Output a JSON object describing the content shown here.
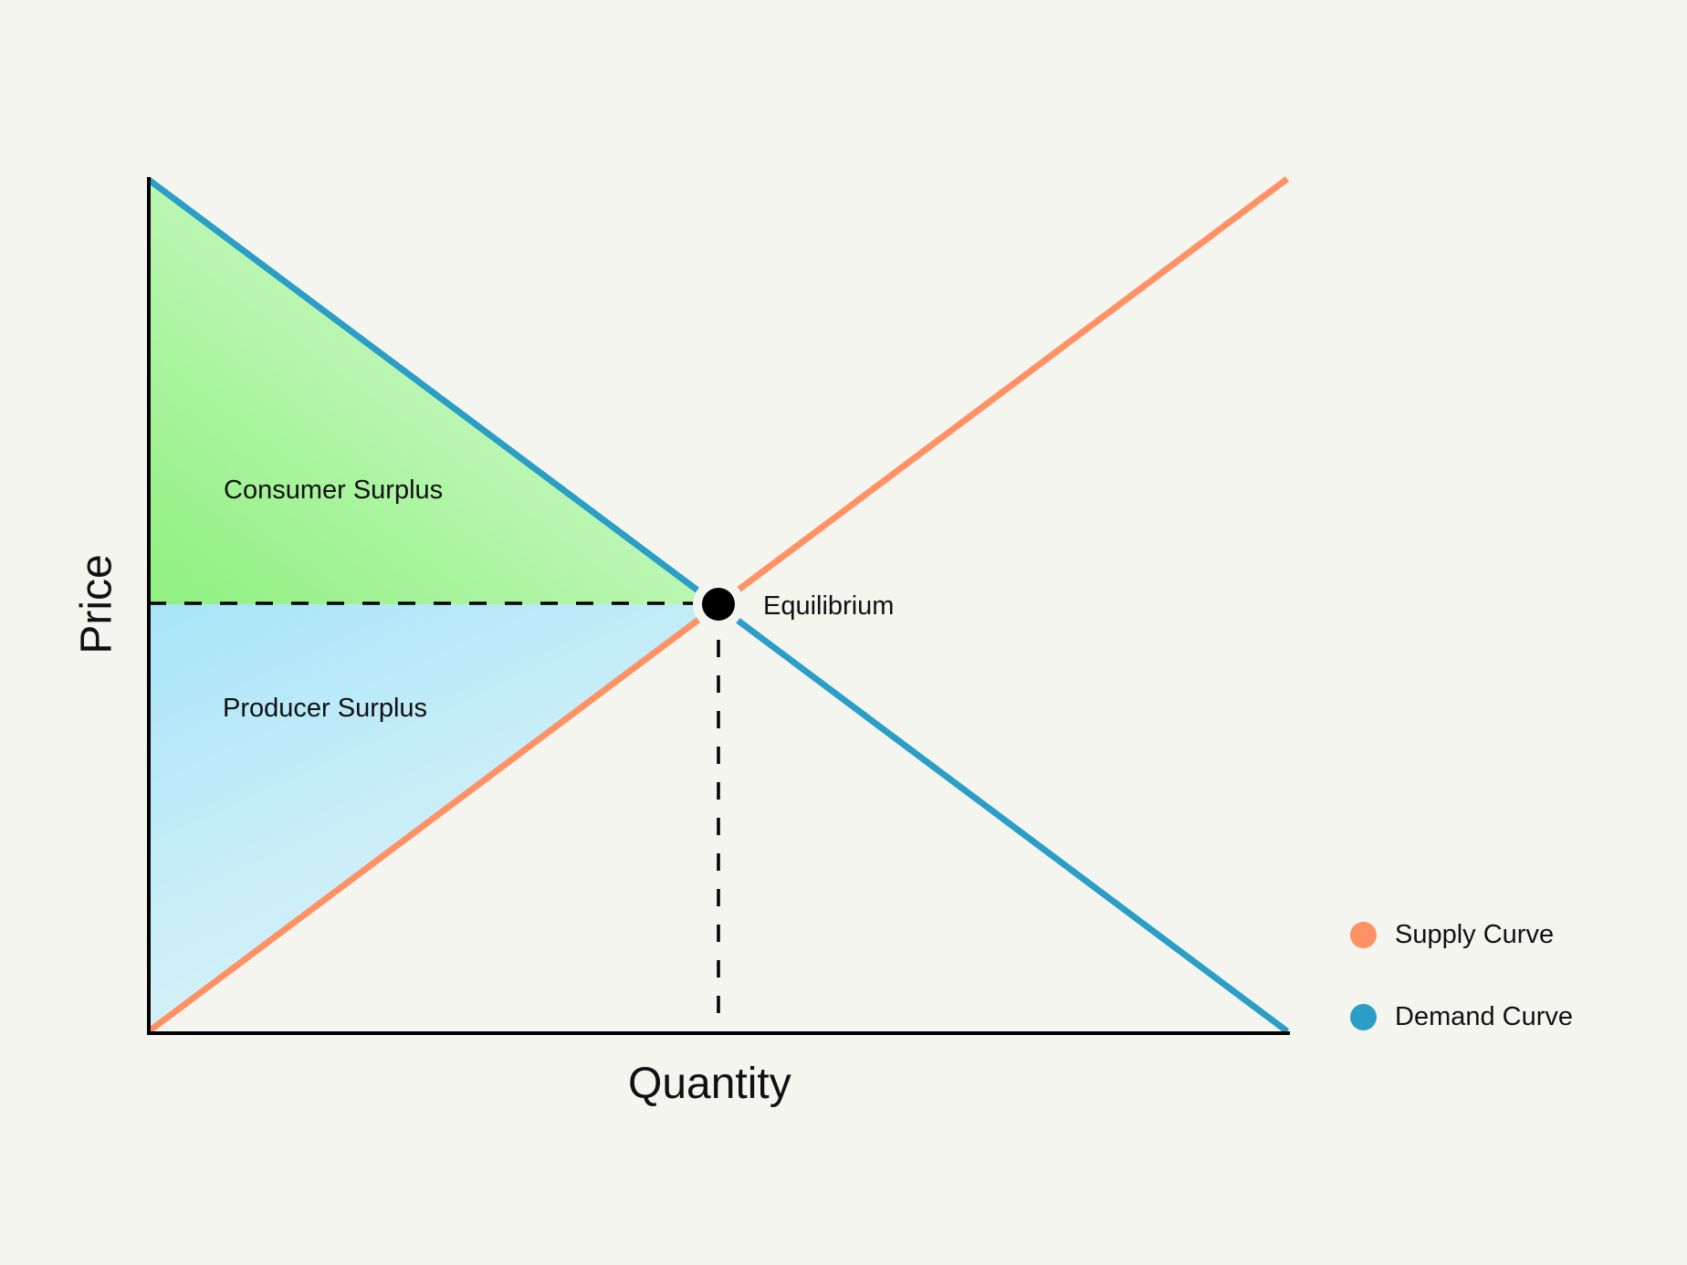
{
  "chart_data": {
    "type": "line",
    "title": "",
    "xlabel": "Quantity",
    "ylabel": "Price",
    "grid": false,
    "legend_position": "right-bottom",
    "xlim": [
      0,
      10
    ],
    "ylim": [
      0,
      10
    ],
    "series": [
      {
        "name": "Supply Curve",
        "color": "#FF9164",
        "x": [
          0,
          10
        ],
        "y": [
          0,
          10
        ]
      },
      {
        "name": "Demand Curve",
        "color": "#2A9EC6",
        "x": [
          0,
          10
        ],
        "y": [
          10,
          0
        ]
      }
    ],
    "equilibrium": {
      "label": "Equilibrium",
      "x": 5,
      "y": 5
    },
    "regions": [
      {
        "name": "Consumer Surplus",
        "color": "#9AF28E",
        "vertices": [
          [
            0,
            10
          ],
          [
            5,
            5
          ],
          [
            0,
            5
          ]
        ]
      },
      {
        "name": "Producer Surplus",
        "color": "#ADE6F8",
        "vertices": [
          [
            0,
            5
          ],
          [
            5,
            5
          ],
          [
            0,
            0
          ]
        ]
      }
    ],
    "annotations": [
      "Consumer Surplus",
      "Producer Surplus",
      "Equilibrium"
    ]
  },
  "labels": {
    "consumer_surplus": "Consumer Surplus",
    "producer_surplus": "Producer Surplus",
    "equilibrium": "Equilibrium",
    "x_axis": "Quantity",
    "y_axis": "Price"
  },
  "legend": [
    {
      "label": "Supply Curve",
      "color": "#FF9164"
    },
    {
      "label": "Demand Curve",
      "color": "#2A9EC6"
    }
  ],
  "colors": {
    "background": "#F5F5F0",
    "supply": "#FF9164",
    "demand": "#2A9EC6",
    "axis": "#000000"
  }
}
